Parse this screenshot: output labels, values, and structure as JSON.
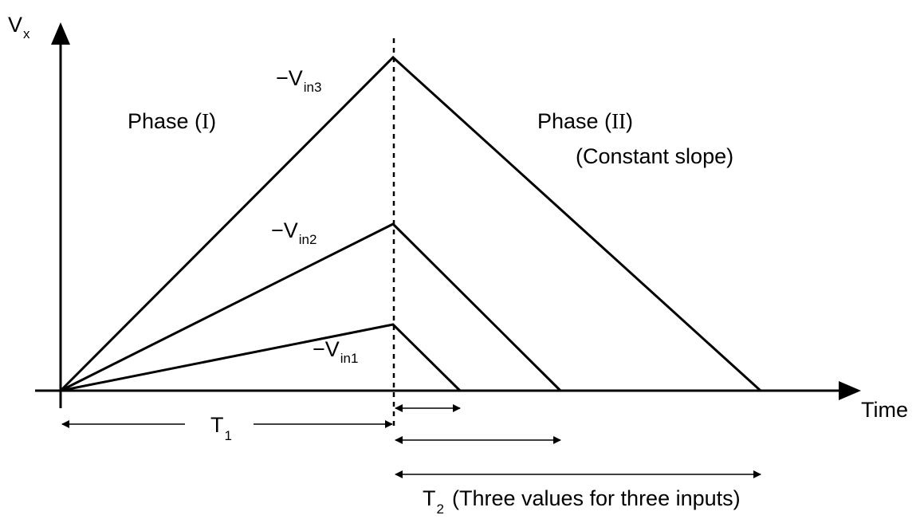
{
  "axes": {
    "y_label_main": "V",
    "y_label_sub": "x",
    "x_label": "Time"
  },
  "phases": {
    "phase1_prefix": "Phase (",
    "phase1_roman": "I",
    "phase1_suffix": ")",
    "phase2_prefix": "Phase (",
    "phase2_roman": "II",
    "phase2_suffix": ")",
    "phase2_note": "(Constant slope)"
  },
  "inputs": [
    {
      "prefix": "−V",
      "sub": "in3"
    },
    {
      "prefix": "−V",
      "sub": "in2"
    },
    {
      "prefix": "−V",
      "sub": "in1"
    }
  ],
  "intervals": {
    "t1_main": "T",
    "t1_sub": "1",
    "t2_main": "T",
    "t2_sub": "2",
    "t2_note": "(Three values for three inputs)"
  },
  "colors": {
    "line": "#000000",
    "background": "#ffffff"
  }
}
